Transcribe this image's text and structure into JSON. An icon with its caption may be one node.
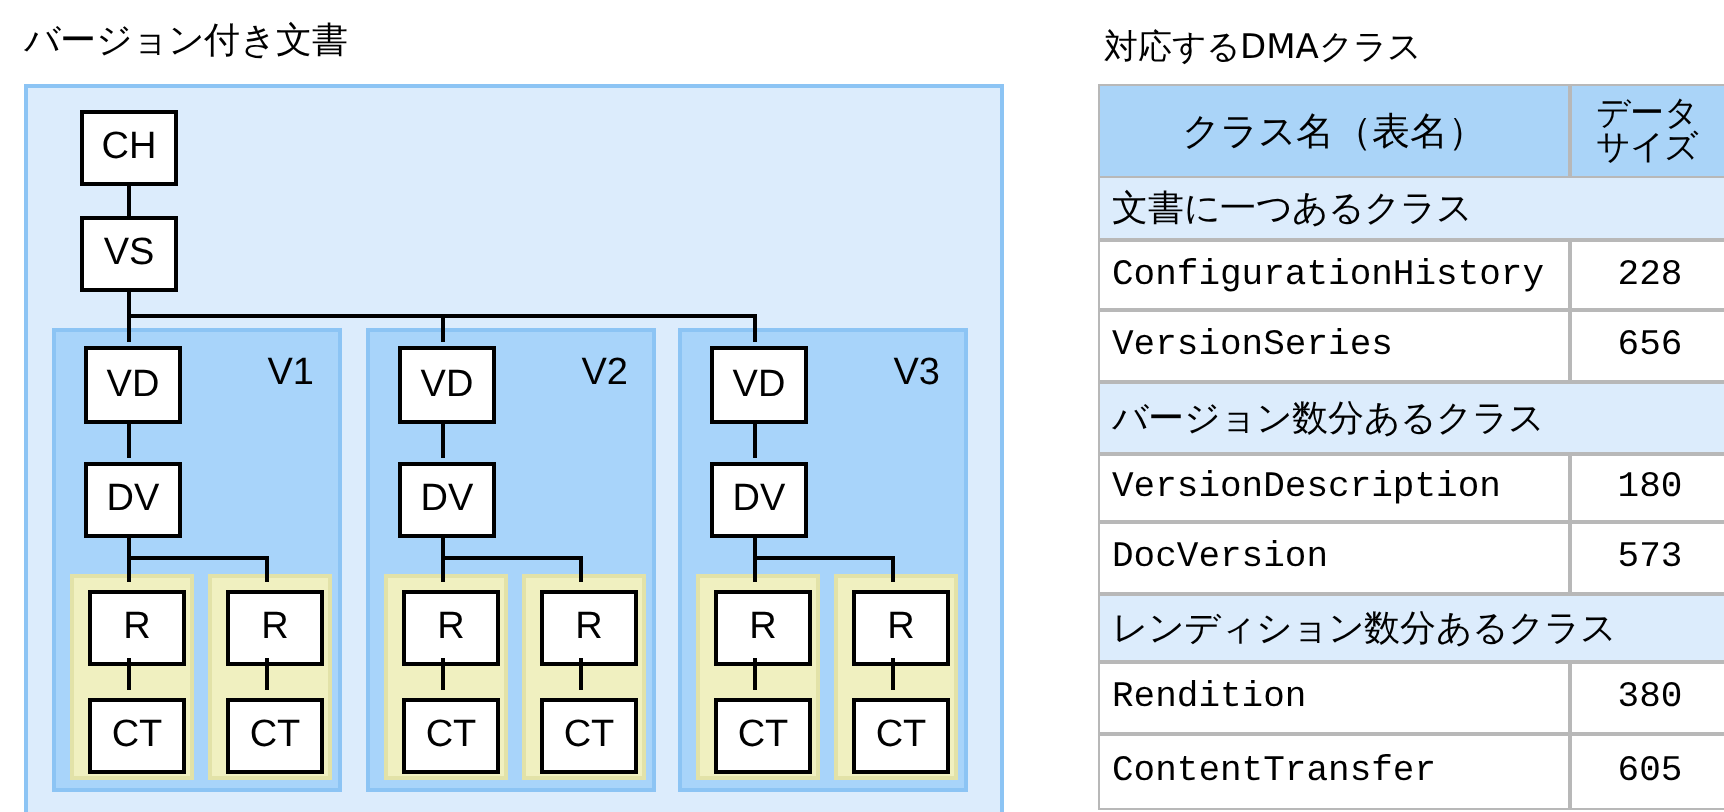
{
  "diagram": {
    "nodes": [
      {
        "text": [
          "バージョン付き文書"
        ]
      },
      {
        "text": [
          "CH"
        ],
        "in": 0
      },
      {
        "text": [
          "VS"
        ],
        "in": 0
      },
      {
        "text": [
          "V1"
        ],
        "in": 0
      },
      {
        "text": [
          "VD"
        ],
        "in": 3
      },
      {
        "text": [
          "DV"
        ],
        "in": 3
      },
      {
        "text": [],
        "shape": "box",
        "in": 3
      },
      {
        "text": [
          "R"
        ],
        "in": 6
      },
      {
        "text": [
          "CT"
        ],
        "in": 6
      },
      {
        "text": [],
        "shape": "box",
        "in": 3
      },
      {
        "text": [
          "R"
        ],
        "in": 9
      },
      {
        "text": [
          "CT"
        ],
        "in": 9
      },
      {
        "text": [
          "V2"
        ],
        "in": 0
      },
      {
        "text": [
          "VD"
        ],
        "in": 12
      },
      {
        "text": [
          "DV"
        ],
        "in": 12
      },
      {
        "text": [],
        "shape": "box",
        "in": 12
      },
      {
        "text": [
          "R"
        ],
        "in": 15
      },
      {
        "text": [
          "CT"
        ],
        "in": 15
      },
      {
        "text": [],
        "shape": "box",
        "in": 12
      },
      {
        "text": [
          "R"
        ],
        "in": 18
      },
      {
        "text": [
          "CT"
        ],
        "in": 18
      },
      {
        "text": [
          "V3"
        ],
        "in": 0
      },
      {
        "text": [
          "VD"
        ],
        "in": 21
      },
      {
        "text": [
          "DV"
        ],
        "in": 21
      },
      {
        "text": [],
        "shape": "box",
        "in": 21
      },
      {
        "text": [
          "R"
        ],
        "in": 24
      },
      {
        "text": [
          "CT"
        ],
        "in": 24
      },
      {
        "text": [],
        "shape": "box",
        "in": 21
      },
      {
        "text": [
          "R"
        ],
        "in": 27
      },
      {
        "text": [
          "CT"
        ],
        "in": 27
      }
    ],
    "edges": [
      {
        "from": 1,
        "to": 2,
        "arrow": "none"
      },
      {
        "from": 2,
        "to": 4,
        "arrow": "none"
      },
      {
        "from": 2,
        "to": 13,
        "arrow": "none"
      },
      {
        "from": 2,
        "to": 22,
        "arrow": "none"
      },
      {
        "from": 4,
        "to": 5,
        "arrow": "none"
      },
      {
        "from": 5,
        "to": 7,
        "arrow": "none"
      },
      {
        "from": 5,
        "to": 10,
        "arrow": "none"
      },
      {
        "from": 7,
        "to": 8,
        "arrow": "none"
      },
      {
        "from": 10,
        "to": 11,
        "arrow": "none"
      },
      {
        "from": 13,
        "to": 14,
        "arrow": "none"
      },
      {
        "from": 14,
        "to": 16,
        "arrow": "none"
      },
      {
        "from": 14,
        "to": 19,
        "arrow": "none"
      },
      {
        "from": 16,
        "to": 17,
        "arrow": "none"
      },
      {
        "from": 19,
        "to": 20,
        "arrow": "none"
      },
      {
        "from": 22,
        "to": 23,
        "arrow": "none"
      },
      {
        "from": 23,
        "to": 25,
        "arrow": "none"
      },
      {
        "from": 23,
        "to": 28,
        "arrow": "none"
      },
      {
        "from": 25,
        "to": 26,
        "arrow": "none"
      },
      {
        "from": 28,
        "to": 29,
        "arrow": "none"
      }
    ],
    "labels": [
      "対応するDMAクラス",
      "クラス名（表名）",
      "データサイズ",
      "文書に一つあるクラス",
      "ConfigurationHistory",
      "228",
      "VersionSeries",
      "656",
      "バージョン数分あるクラス",
      "VersionDescription",
      "180",
      "DocVersion",
      "573",
      "レンディション数分あるクラス",
      "Rendition",
      "380",
      "ContentTransfer",
      "605"
    ]
  }
}
